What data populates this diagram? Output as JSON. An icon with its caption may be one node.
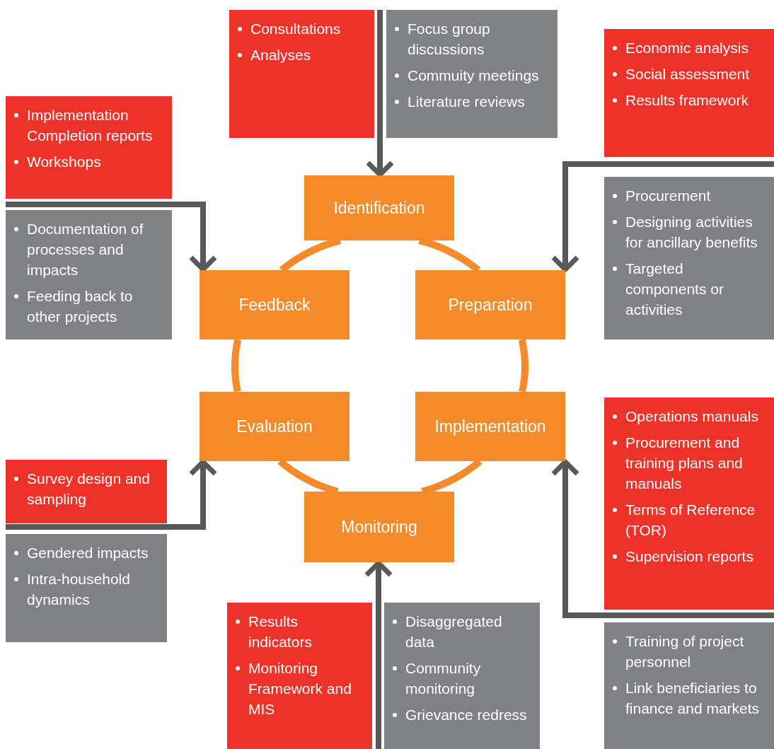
{
  "diagram": {
    "nodes": [
      {
        "text": [
          "Identification"
        ]
      },
      {
        "text": [
          "Preparation"
        ]
      },
      {
        "text": [
          "Implementation"
        ]
      },
      {
        "text": [
          "Monitoring"
        ]
      },
      {
        "text": [
          "Evaluation"
        ]
      },
      {
        "text": [
          "Feedback"
        ]
      },
      {
        "text": [
          "Consultations",
          "Analyses"
        ]
      },
      {
        "text": [
          "Focus group discussions",
          "Commuity meetings",
          "Literature reviews"
        ]
      },
      {
        "text": [
          "Economic analysis",
          "Social assessment",
          "Results framework"
        ]
      },
      {
        "text": [
          "Procurement",
          "Designing activities for ancillary benefits",
          "Targeted components or activities"
        ]
      },
      {
        "text": [
          "Operations manuals",
          "Procurement and training plans and manuals",
          "Terms of Reference (TOR)",
          "Supervision reports"
        ]
      },
      {
        "text": [
          "Training of project personnel",
          "Link beneficiaries to finance and markets"
        ]
      },
      {
        "text": [
          "Results indicators",
          "Monitoring Framework and MIS"
        ]
      },
      {
        "text": [
          "Disaggregated data",
          "Community monitoring",
          "Grievance redress"
        ]
      },
      {
        "text": [
          "Survey design and sampling"
        ]
      },
      {
        "text": [
          "Gendered impacts",
          "Intra-household dynamics"
        ]
      },
      {
        "text": [
          "Implementation Completion reports",
          "Workshops"
        ]
      },
      {
        "text": [
          "Documentation of processes and impacts",
          "Feeding back to other projects"
        ]
      }
    ],
    "edges": [
      {
        "from": 6,
        "to": 0,
        "arrow": "to"
      },
      {
        "from": 8,
        "to": 1,
        "arrow": "to"
      },
      {
        "from": 11,
        "to": 2,
        "arrow": "to"
      },
      {
        "from": 12,
        "to": 3,
        "arrow": "to"
      },
      {
        "from": 14,
        "to": 4,
        "arrow": "to"
      },
      {
        "from": 16,
        "to": 5,
        "arrow": "to"
      },
      {
        "from": 0,
        "to": 1,
        "arrow": "none",
        "color": "#f58a2a"
      },
      {
        "from": 1,
        "to": 2,
        "arrow": "none",
        "color": "#f58a2a"
      },
      {
        "from": 2,
        "to": 3,
        "arrow": "none",
        "color": "#f58a2a"
      },
      {
        "from": 3,
        "to": 4,
        "arrow": "none",
        "color": "#f58a2a"
      },
      {
        "from": 4,
        "to": 5,
        "arrow": "none",
        "color": "#f58a2a"
      },
      {
        "from": 5,
        "to": 0,
        "arrow": "none",
        "color": "#f58a2a"
      }
    ]
  }
}
